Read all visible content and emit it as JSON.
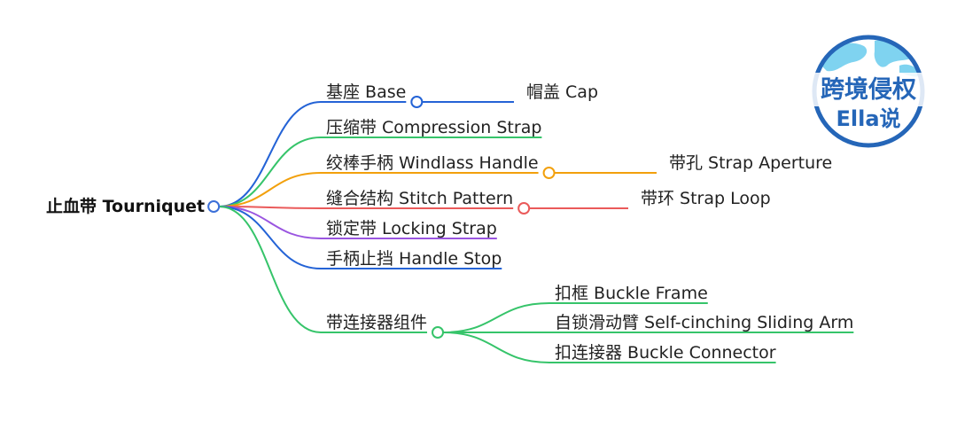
{
  "mindmap": {
    "root": {
      "id": "root",
      "label": "止血带 Tourniquet",
      "color": "#3b6fd8"
    },
    "branches": [
      {
        "id": "base",
        "label": "基座 Base",
        "color": "#2463d6",
        "children": [
          {
            "id": "cap",
            "label": "帽盖 Cap",
            "color": "#2463d6"
          }
        ]
      },
      {
        "id": "compression",
        "label": "压缩带 Compression Strap",
        "color": "#36c46a",
        "children": []
      },
      {
        "id": "windlass",
        "label": "绞棒手柄 Windlass Handle",
        "color": "#f2a00c",
        "children": [
          {
            "id": "aperture",
            "label": "带孔 Strap Aperture",
            "color": "#f2a00c"
          }
        ]
      },
      {
        "id": "stitch",
        "label": "缝合结构 Stitch Pattern",
        "color": "#ea5a5a",
        "children": [
          {
            "id": "loop",
            "label": "带环 Strap Loop",
            "color": "#ea5a5a"
          }
        ]
      },
      {
        "id": "locking",
        "label": "锁定带 Locking Strap",
        "color": "#9a55e0",
        "children": []
      },
      {
        "id": "handlestop",
        "label": "手柄止挡 Handle Stop",
        "color": "#2463d6",
        "children": []
      },
      {
        "id": "connector",
        "label": "带连接器组件",
        "color": "#36c46a",
        "children": [
          {
            "id": "frame",
            "label": "扣框 Buckle Frame",
            "color": "#36c46a"
          },
          {
            "id": "arm",
            "label": "自锁滑动臂 Self-cinching Sliding Arm",
            "color": "#36c46a"
          },
          {
            "id": "bconn",
            "label": "扣连接器 Buckle Connector",
            "color": "#36c46a"
          }
        ]
      }
    ]
  },
  "logo": {
    "line1": "跨境侵权",
    "line2": "Ella说",
    "ring_color": "#2566b8",
    "land_color": "#7fd3f0"
  }
}
